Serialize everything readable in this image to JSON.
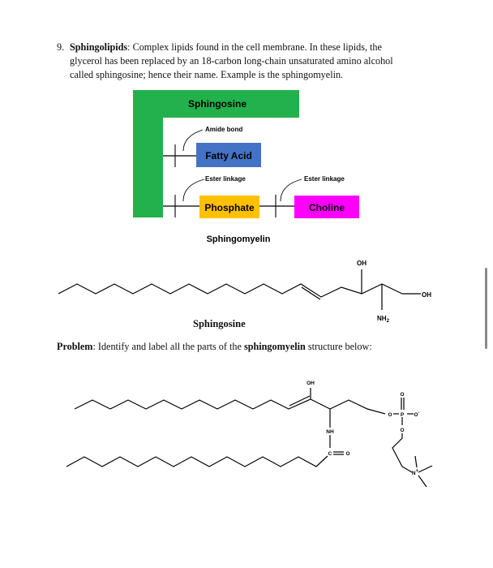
{
  "intro": {
    "number": "9.",
    "term": "Sphingolipids",
    "line1": ": Complex lipids found in the cell membrane. In these lipids, the",
    "line2": "glycerol has been replaced by an 18-carbon long-chain unsaturated amino alcohol",
    "line3": "called sphingosine; hence their name. Example is the sphingomyelin."
  },
  "diagram": {
    "sphingosine_label": "Sphingosine",
    "amide_label": "Amide bond",
    "fatty_acid_label": "Fatty Acid",
    "ester_label_1": "Ester linkage",
    "ester_label_2": "Ester linkage",
    "phosphate_label": "Phosphate",
    "choline_label": "Choline",
    "caption": "Sphingomyelin",
    "colors": {
      "green": "#22b14c",
      "blue": "#4472c4",
      "yellow": "#ffc000",
      "magenta": "#ff00ff"
    }
  },
  "structure1": {
    "oh_top": "OH",
    "oh_right": "OH",
    "nh2": "NH",
    "nh2_sub": "2",
    "caption": "Sphingosine"
  },
  "problem": {
    "label": "Problem",
    "text_before": ": Identify and label all the parts of the ",
    "bold_term": "sphingomyelin",
    "text_after": " structure below:"
  },
  "structure2": {
    "oh": "OH",
    "nh": "NH",
    "carbonyl_c": "C",
    "carbonyl_o": "O",
    "o_left": "O",
    "p": "P",
    "o_top": "O",
    "o_minus": "O",
    "minus": "-",
    "o_bottom": "O",
    "n": "N",
    "plus": "+"
  }
}
